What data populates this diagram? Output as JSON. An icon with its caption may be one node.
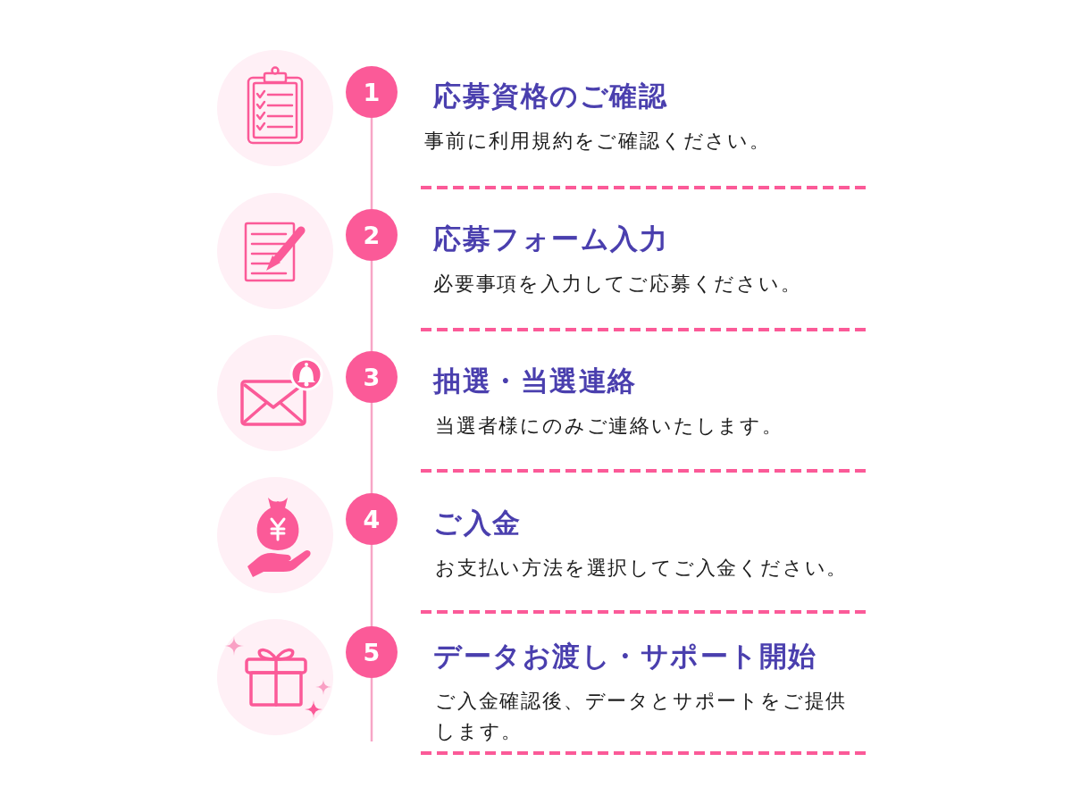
{
  "diagram": {
    "nodes": [
      {
        "text": [
          "1"
        ],
        "beside": [
          "応募資格のご確認",
          "事前に利用規約をご確認ください。"
        ]
      },
      {
        "text": [
          "2"
        ],
        "beside": [
          "応募フォーム入力",
          "必要事項を入力してご応募ください。"
        ]
      },
      {
        "text": [
          "3"
        ],
        "beside": [
          "抽選・当選連絡",
          "当選者様にのみご連絡いたします。"
        ]
      },
      {
        "text": [
          "4"
        ],
        "beside": [
          "ご入金",
          "お支払い方法を選択してご入金ください。"
        ]
      },
      {
        "text": [
          "5"
        ],
        "beside": [
          "データお渡し・サポート開始",
          "ご入金確認後、データとサポートをご提供します。"
        ]
      }
    ],
    "edges": [
      {
        "from": 0,
        "to": 1,
        "arrow": "none"
      },
      {
        "from": 1,
        "to": 2,
        "arrow": "none"
      },
      {
        "from": 2,
        "to": 3,
        "arrow": "none"
      },
      {
        "from": 3,
        "to": 4,
        "arrow": "none"
      },
      {
        "from": 4,
        "to": null,
        "arrow": "none"
      }
    ]
  }
}
